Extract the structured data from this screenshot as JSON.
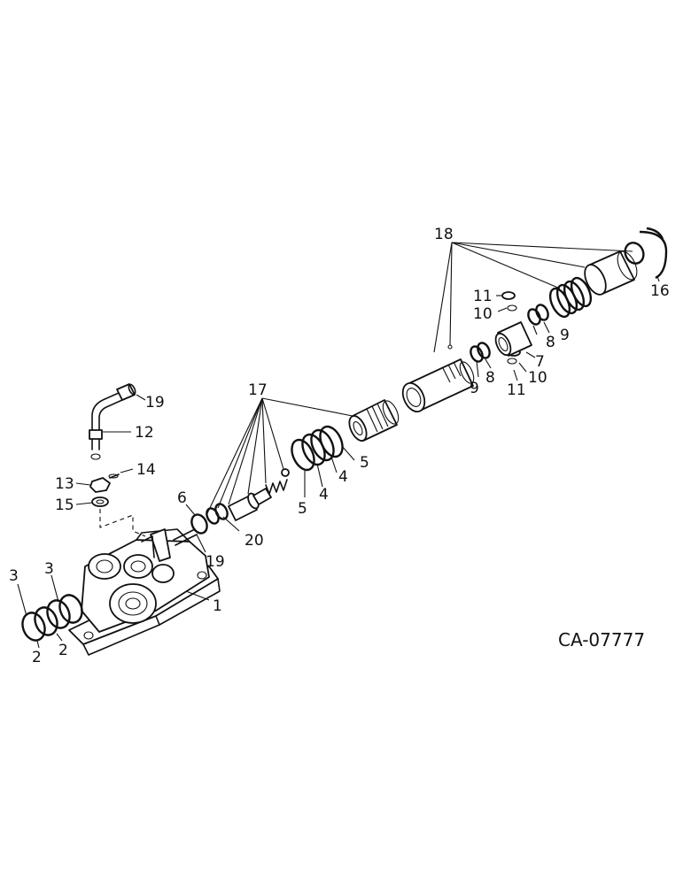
{
  "drawing_code": "CA-07777",
  "labels": {
    "l1": "1",
    "l2a": "2",
    "l2b": "2",
    "l3a": "3",
    "l3b": "3",
    "l4a": "4",
    "l4b": "4",
    "l5a": "5",
    "l5b": "5",
    "l6": "6",
    "l7": "7",
    "l8a": "8",
    "l8b": "8",
    "l9a": "9",
    "l9b": "9",
    "l10a": "10",
    "l10b": "10",
    "l11a": "11",
    "l11b": "11",
    "l12": "12",
    "l13": "13",
    "l14": "14",
    "l15": "15",
    "l16": "16",
    "l17": "17",
    "l18": "18",
    "l19a": "19",
    "l19b": "19",
    "l20": "20"
  }
}
